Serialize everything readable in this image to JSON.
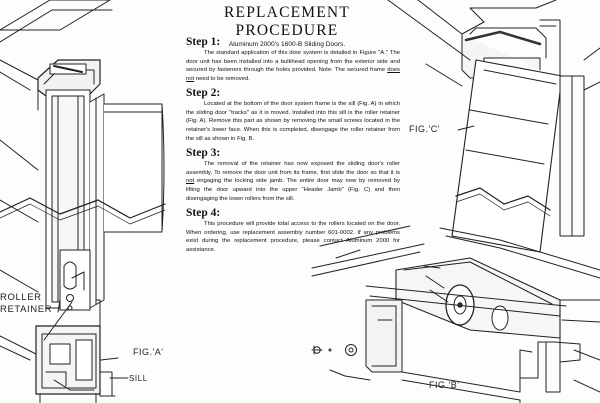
{
  "title": "REPLACEMENT PROCEDURE",
  "subtitle": "Aluminum 2000's 1600-B Sliding Doors.",
  "steps": [
    {
      "heading": "Step 1:",
      "body_parts": [
        "The standard application of this door system is detailed in Figure \"A.\" The door unit has been installed into a bulkhead opening from the exterior side and secured by fasteners through the holes provided.  Note: The secured frame ",
        "does not",
        " need to be removed."
      ]
    },
    {
      "heading": "Step 2:",
      "body": "Located at the bottom of the door system frame is the sill (Fig. A) in which the sliding door \"tracks\" as it is moved.  Installed into this sill is the roller retainer (Fig. A).  Remove this part as shown by removing the small screws located in the retainer's lower face.  When this is completed, disengage the roller retainer from the sill as shown in Fig. B."
    },
    {
      "heading": "Step 3:",
      "body_parts": [
        "The removal of the retainer has now exposed the sliding door's roller assembly.  To remove the door unit from its frame, first slide the door so that it is ",
        "not",
        " engaging the locking side jamb.  The entire door may now by removed by lifting the door upward into the upper \"Header Jamb\" (Fig. C) and then disengaging the lower rollers from the sill."
      ]
    },
    {
      "heading": "Step 4:",
      "body": "This procedure will provide total access to the rollers located on the door.  When ordering, use replacement assembly number 601-0002.  If any problems exist during the replacement procedure, please contact Aluminum 2000 for assistance."
    }
  ],
  "figures": {
    "fig_a": "FIG.'A'",
    "fig_b": "FIG.'B'",
    "fig_c": "FIG.'C'"
  },
  "labels": {
    "roller_line1": "ROLLER",
    "roller_line2": "RETAINER",
    "sill": "SILL"
  }
}
